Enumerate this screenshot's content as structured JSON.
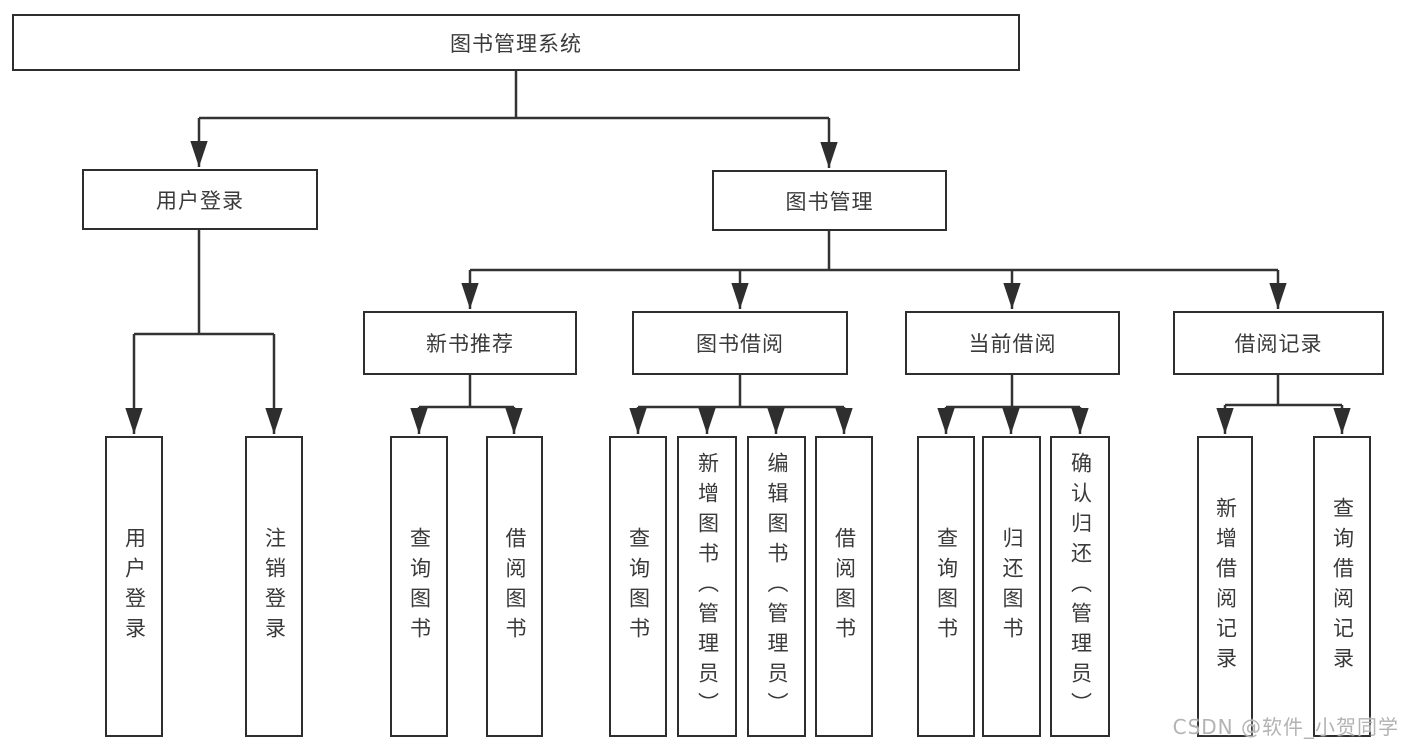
{
  "diagram": {
    "type": "tree",
    "title": "图书管理系统",
    "colors": {
      "line": "#333333",
      "border": "#2e2e2e",
      "box_bg": "#ffffff",
      "text": "#3a3a3a",
      "watermark": "#b3b3b3"
    },
    "watermark": "CSDN @软件_小贺同学"
  },
  "tree": {
    "root": {
      "label": "图书管理系统",
      "children": [
        {
          "label": "用户登录",
          "children": [
            {
              "label": "用户登录"
            },
            {
              "label": "注销登录"
            }
          ]
        },
        {
          "label": "图书管理",
          "children": [
            {
              "label": "新书推荐",
              "children": [
                {
                  "label": "查询图书"
                },
                {
                  "label": "借阅图书"
                }
              ]
            },
            {
              "label": "图书借阅",
              "children": [
                {
                  "label": "查询图书"
                },
                {
                  "label": "新增图书（管理员）"
                },
                {
                  "label": "编辑图书（管理员）"
                },
                {
                  "label": "借阅图书"
                }
              ]
            },
            {
              "label": "当前借阅",
              "children": [
                {
                  "label": "查询图书"
                },
                {
                  "label": "归还图书"
                },
                {
                  "label": "确认归还（管理员）"
                }
              ]
            },
            {
              "label": "借阅记录",
              "children": [
                {
                  "label": "新增借阅记录"
                },
                {
                  "label": "查询借阅记录"
                }
              ]
            }
          ]
        }
      ]
    }
  }
}
